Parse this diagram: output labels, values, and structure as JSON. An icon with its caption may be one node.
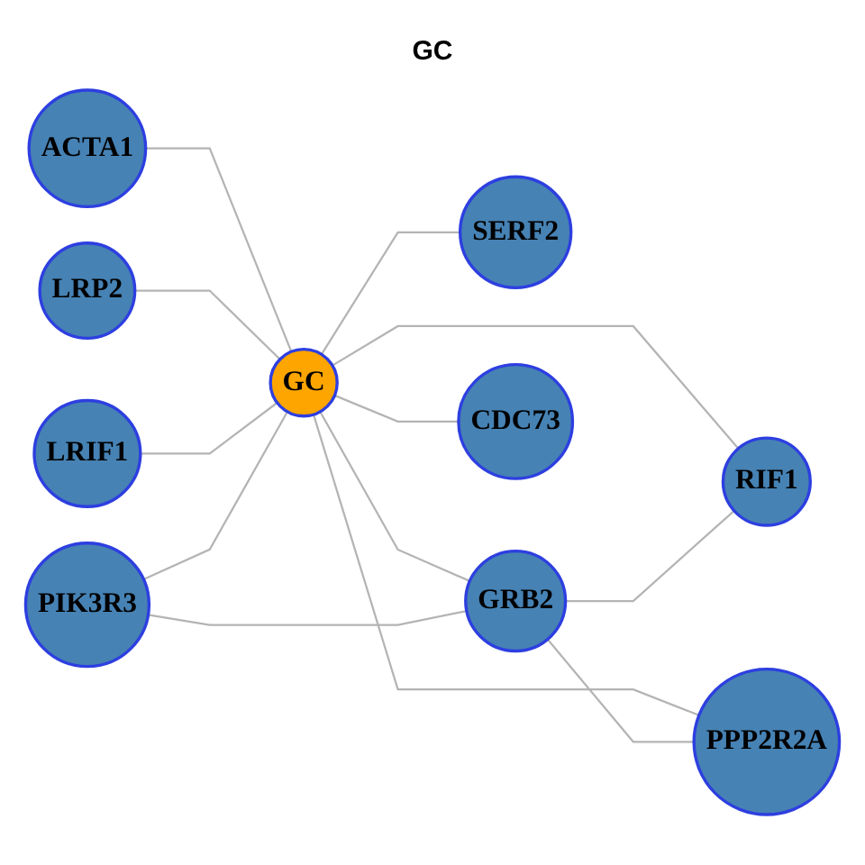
{
  "diagram": {
    "title": "GC",
    "nodes": [
      {
        "text": [
          "ACTA1"
        ]
      },
      {
        "text": [
          "LRP2"
        ]
      },
      {
        "text": [
          "LRIF1"
        ]
      },
      {
        "text": [
          "PIK3R3"
        ]
      },
      {
        "text": [
          "GC"
        ]
      },
      {
        "text": [
          "SERF2"
        ]
      },
      {
        "text": [
          "GRB2"
        ]
      },
      {
        "text": [
          "CDC73"
        ]
      },
      {
        "text": [
          "PPP2R2A"
        ]
      },
      {
        "text": [
          "RIF1"
        ]
      }
    ],
    "edges": [
      {
        "from": 0,
        "to": 4,
        "arrow": "none"
      },
      {
        "from": 1,
        "to": 4,
        "arrow": "none"
      },
      {
        "from": 2,
        "to": 4,
        "arrow": "none"
      },
      {
        "from": 3,
        "to": 4,
        "arrow": "none"
      },
      {
        "from": 4,
        "to": 5,
        "arrow": "none"
      },
      {
        "from": 4,
        "to": 6,
        "arrow": "none"
      },
      {
        "from": 4,
        "to": 7,
        "arrow": "none"
      },
      {
        "from": 4,
        "to": 8,
        "arrow": "none"
      },
      {
        "from": 4,
        "to": 9,
        "arrow": "none"
      },
      {
        "from": 3,
        "to": 6,
        "arrow": "none"
      },
      {
        "from": 6,
        "to": 9,
        "arrow": "none"
      },
      {
        "from": 6,
        "to": 8,
        "arrow": "none"
      }
    ]
  }
}
